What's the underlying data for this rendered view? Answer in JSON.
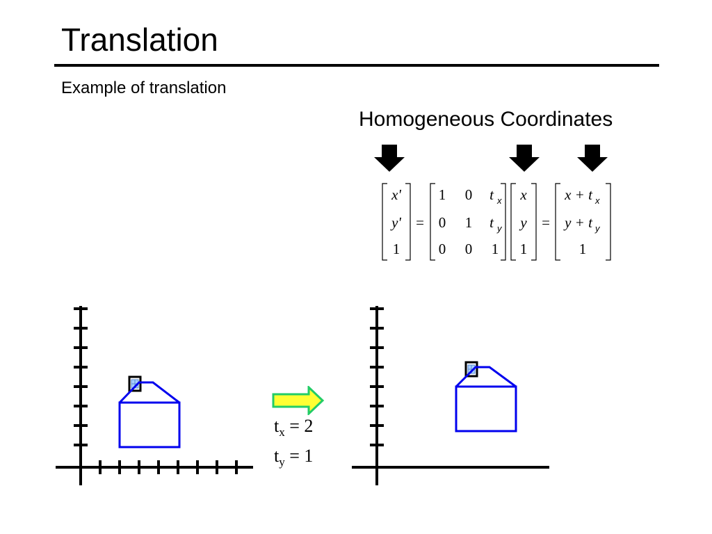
{
  "slide": {
    "title": "Translation",
    "subtitle": "Example of translation",
    "equation_label": "Homogeneous Coordinates"
  },
  "equation": {
    "lhs": [
      "x'",
      "y'",
      "1"
    ],
    "matrix": [
      [
        "1",
        "0",
        "t",
        "x"
      ],
      [
        "0",
        "1",
        "t",
        "y"
      ],
      [
        "0",
        "0",
        "1",
        ""
      ]
    ],
    "vector": [
      "x",
      "y",
      "1"
    ],
    "result": [
      [
        "x + t",
        "x"
      ],
      [
        "y + t",
        "y"
      ],
      [
        "1",
        ""
      ]
    ],
    "equals": "="
  },
  "params": {
    "tx": {
      "base": "t",
      "sub": "x",
      "rest": " = 2"
    },
    "ty": {
      "base": "t",
      "sub": "y",
      "rest": " = 1"
    }
  },
  "colors": {
    "house_stroke": "#0000ee",
    "arrow_fill": "#ffff33",
    "arrow_stroke": "#22cc66",
    "axis": "#000000"
  },
  "icons": {
    "down_arrow": "black-down-arrow-icon",
    "translate_arrow": "right-arrow-icon",
    "window": "window-icon"
  }
}
